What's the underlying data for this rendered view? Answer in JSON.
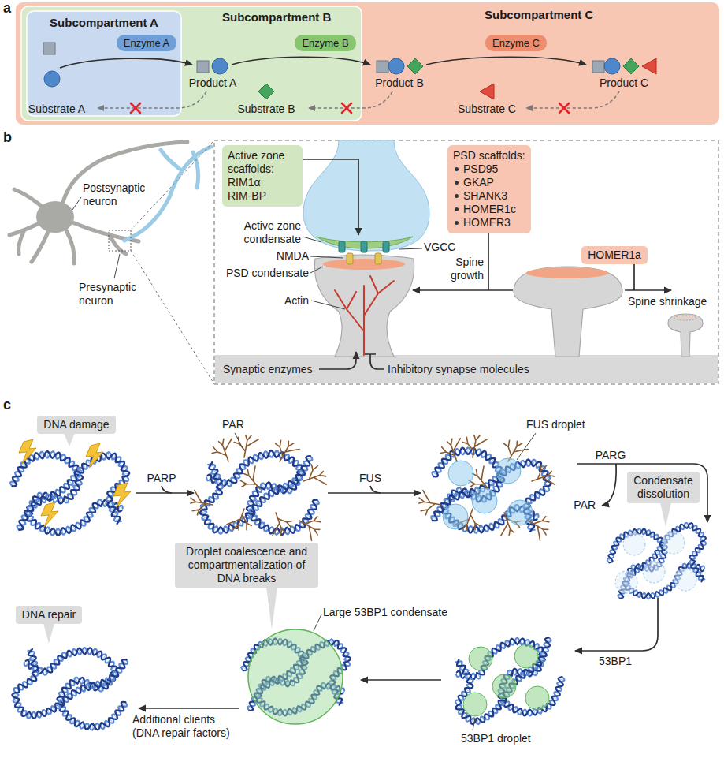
{
  "diagram": {
    "nodes": [
      {
        "text": [
          "Subcompartment C"
        ]
      },
      {
        "text": [
          "Subcompartment B"
        ],
        "in": 0
      },
      {
        "text": [
          "Subcompartment A"
        ],
        "in": 1
      },
      {
        "text": [
          "Enzyme A"
        ],
        "in": 2
      },
      {
        "text": [
          "Enzyme B"
        ],
        "in": 1
      },
      {
        "text": [
          "Enzyme C"
        ],
        "in": 0
      },
      {
        "text": [
          "Active zone scaffolds:",
          "RIM1α",
          "RIM-BP"
        ]
      },
      {
        "text": [
          "PSD scaffolds:",
          "PSD95",
          "GKAP",
          "SHANK3",
          "HOMER1c",
          "HOMER3"
        ]
      },
      {
        "text": [
          "HOMER1a"
        ]
      },
      {
        "text": [
          "DNA damage"
        ]
      },
      {
        "text": [
          "Condensate dissolution"
        ]
      },
      {
        "text": [
          "Droplet coalescence and compartmentalization of DNA breaks"
        ]
      },
      {
        "text": [
          "DNA repair"
        ]
      }
    ],
    "labels": [
      "a",
      "Substrate A",
      "Product A",
      "Substrate B",
      "Product B",
      "Substrate C",
      "Product C",
      "b",
      "Postsynaptic neuron",
      "Presynaptic neuron",
      "Active zone condensate",
      "VGCC",
      "NMDA",
      "PSD condensate",
      "Actin",
      "Spine growth",
      "Spine shrinkage",
      "Synaptic enzymes",
      "Inhibitory synapse molecules",
      "c",
      "PARP",
      "PAR",
      "FUS",
      "FUS droplet",
      "PARG",
      "PAR",
      "53BP1",
      "53BP1 droplet",
      "Large 53BP1 condensate",
      "Additional clients (DNA repair factors)"
    ]
  }
}
